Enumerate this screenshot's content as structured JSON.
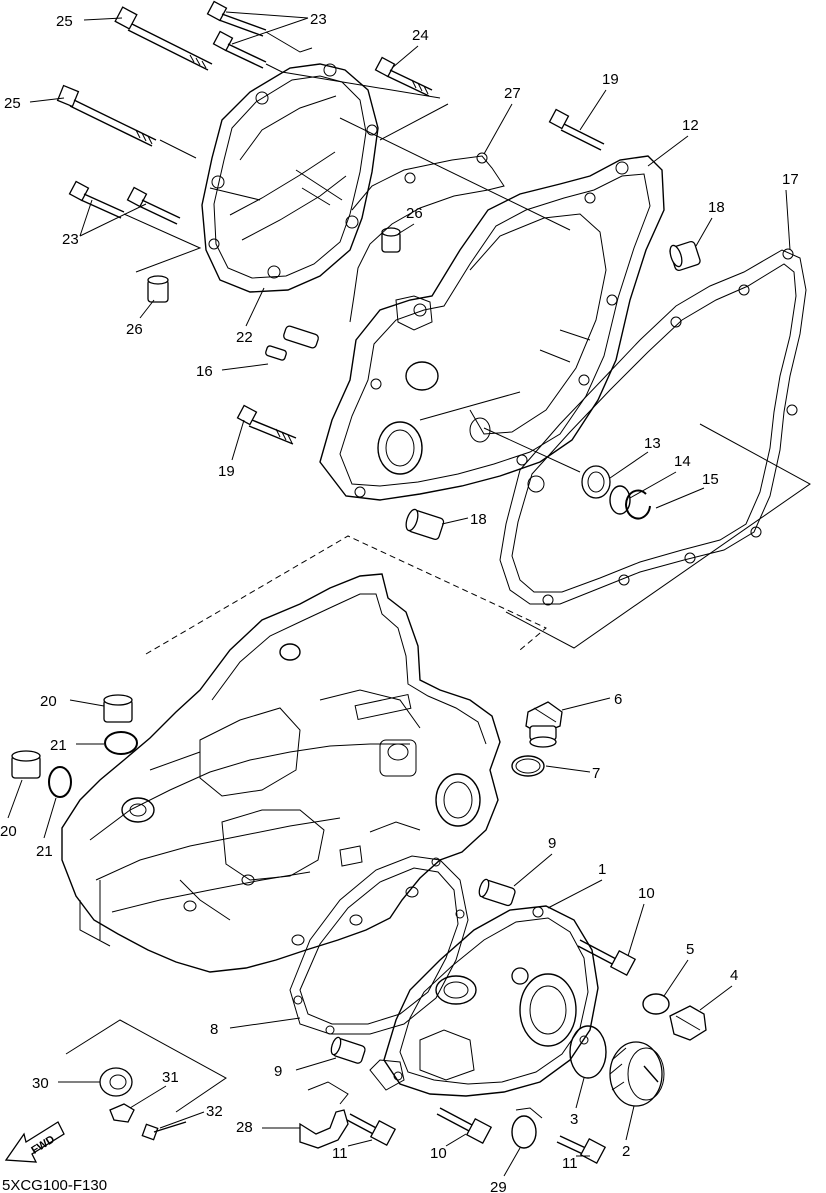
{
  "diagram": {
    "code": "5XCG100-F130",
    "direction_tag": "FWD",
    "line_color": "#000000",
    "background": "#ffffff",
    "callouts": [
      {
        "id": "c25a",
        "num": "25",
        "part": "bolt"
      },
      {
        "id": "c23a",
        "num": "23",
        "part": "bolt"
      },
      {
        "id": "c24",
        "num": "24",
        "part": "bolt"
      },
      {
        "id": "c25b",
        "num": "25",
        "part": "bolt"
      },
      {
        "id": "c27",
        "num": "27",
        "part": "gasket"
      },
      {
        "id": "c19a",
        "num": "19",
        "part": "bolt"
      },
      {
        "id": "c12",
        "num": "12",
        "part": "crankcase-cover"
      },
      {
        "id": "c17",
        "num": "17",
        "part": "gasket"
      },
      {
        "id": "c18a",
        "num": "18",
        "part": "dowel-pin"
      },
      {
        "id": "c26a",
        "num": "26",
        "part": "dowel-pin"
      },
      {
        "id": "c23b",
        "num": "23",
        "part": "bolt"
      },
      {
        "id": "c26b",
        "num": "26",
        "part": "dowel-pin"
      },
      {
        "id": "c22",
        "num": "22",
        "part": "clutch-cover"
      },
      {
        "id": "c16",
        "num": "16",
        "part": "pin"
      },
      {
        "id": "c19b",
        "num": "19",
        "part": "bolt"
      },
      {
        "id": "c13",
        "num": "13",
        "part": "oil-seal"
      },
      {
        "id": "c14",
        "num": "14",
        "part": "washer"
      },
      {
        "id": "c15",
        "num": "15",
        "part": "circlip"
      },
      {
        "id": "c18b",
        "num": "18",
        "part": "dowel-pin"
      },
      {
        "id": "c6",
        "num": "6",
        "part": "plug"
      },
      {
        "id": "c7",
        "num": "7",
        "part": "o-ring"
      },
      {
        "id": "c20a",
        "num": "20",
        "part": "collar"
      },
      {
        "id": "c21a",
        "num": "21",
        "part": "o-ring"
      },
      {
        "id": "c20b",
        "num": "20",
        "part": "collar"
      },
      {
        "id": "c21b",
        "num": "21",
        "part": "o-ring"
      },
      {
        "id": "c9a",
        "num": "9",
        "part": "dowel-pin"
      },
      {
        "id": "c1",
        "num": "1",
        "part": "crankcase-cover"
      },
      {
        "id": "c10a",
        "num": "10",
        "part": "bolt"
      },
      {
        "id": "c5",
        "num": "5",
        "part": "o-ring"
      },
      {
        "id": "c4",
        "num": "4",
        "part": "plug"
      },
      {
        "id": "c8",
        "num": "8",
        "part": "gasket"
      },
      {
        "id": "c9b",
        "num": "9",
        "part": "dowel-pin"
      },
      {
        "id": "c3",
        "num": "3",
        "part": "o-ring"
      },
      {
        "id": "c2",
        "num": "2",
        "part": "plug"
      },
      {
        "id": "c30",
        "num": "30",
        "part": "grommet"
      },
      {
        "id": "c31",
        "num": "31",
        "part": "clamp"
      },
      {
        "id": "c32",
        "num": "32",
        "part": "bolt"
      },
      {
        "id": "c28",
        "num": "28",
        "part": "hose-holder"
      },
      {
        "id": "c11a",
        "num": "11",
        "part": "bolt"
      },
      {
        "id": "c10b",
        "num": "10",
        "part": "bolt"
      },
      {
        "id": "c29",
        "num": "29",
        "part": "hose-clamp"
      },
      {
        "id": "c11b",
        "num": "11",
        "part": "bolt"
      }
    ]
  }
}
